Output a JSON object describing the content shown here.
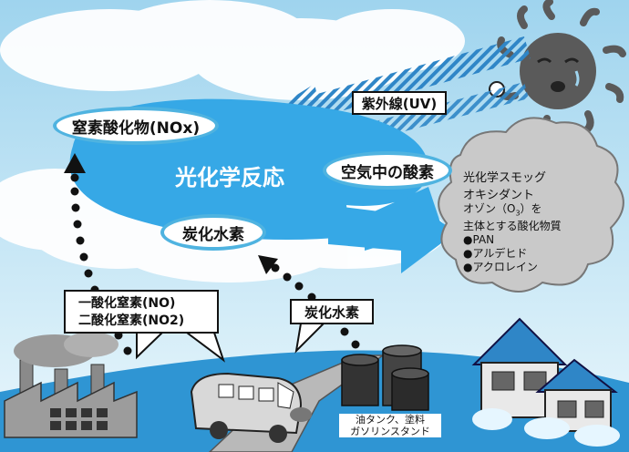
{
  "colors": {
    "sky_top": "#9fd4ee",
    "sky_bottom": "#e9f6fb",
    "reaction_arrow": "#36a8e6",
    "uv_arrow": "#2f86c7",
    "ground": "#2f95d3",
    "smog_cloud": "#c9c9c9",
    "sun": "#5a5a5a"
  },
  "labels": {
    "uv": "紫外線(UV)",
    "nox": "窒素酸化物(NOx)",
    "reaction": "光化学反応",
    "oxygen": "空気中の酸素",
    "hydrocarbon_oval": "炭化水素",
    "no_line1": "一酸化窒素(NO)",
    "no_line2": "二酸化窒素(NO2)",
    "hydrocarbon_box": "炭化水素",
    "source_line1": "油タンク、塗料",
    "source_line2": "ガソリンスタンド"
  },
  "smog": {
    "line1": "光化学スモッグ",
    "line2": "オキシダント",
    "line3": "オゾン（O",
    "line3_sub": "3",
    "line3_end": "）を",
    "line4": "主体とする酸化物質",
    "items": [
      "●PAN",
      "●アルデヒド",
      "●アクロレイン"
    ]
  },
  "icons": [
    "sun-icon",
    "factory-icon",
    "bus-icon",
    "oil-tank-icon",
    "house-icon"
  ]
}
